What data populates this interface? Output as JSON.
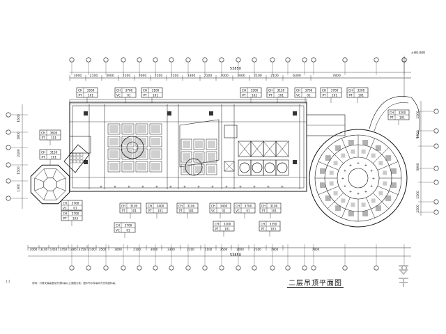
{
  "drawing": {
    "title": "二层吊顶平面图",
    "corner_label": "±H0.000",
    "top_total": "53850",
    "bottom_total": "53850",
    "scale_note": "1:1",
    "general_note": "说明：灯具安装高度及吊顶标高以立面图为准，图中所示标高均为完成面标高。",
    "top_dims": [
      "3000",
      "2100",
      "3000",
      "2100",
      "3000",
      "2100",
      "2100",
      "3300",
      "2100",
      "3000",
      "3000",
      "2100",
      "2100",
      "6300",
      "7800"
    ],
    "bottom_dims": [
      "2000",
      "3100",
      "1450",
      "1450",
      "1485",
      "3150",
      "2100",
      "3500",
      "3000",
      "2100",
      "3000",
      "3300",
      "2100",
      "2100",
      "3500",
      "3000",
      "2100",
      "7800",
      "7800"
    ],
    "left_dims": [
      "1600",
      "1800",
      "2400",
      "1500",
      "1300"
    ],
    "right_dims": [
      "1500",
      "1500",
      "3900",
      "1500",
      "1500"
    ],
    "tags": [
      {
        "h": "CH 3500",
        "m": "PT",
        "n": "101"
      },
      {
        "h": "CH 3700",
        "m": "VC",
        "n": "01"
      },
      {
        "h": "CH 3100",
        "m": "PT",
        "n": "101"
      },
      {
        "h": "CH 3500",
        "m": "PT",
        "n": "102"
      },
      {
        "h": "CH 3150",
        "m": "PT",
        "n": "101"
      },
      {
        "h": "CH 3700",
        "m": "VC",
        "n": "01"
      },
      {
        "h": "CH 3700",
        "m": "PT",
        "n": "101"
      },
      {
        "h": "CH 3200",
        "m": "PT",
        "n": "101"
      },
      {
        "h": "CH 3600",
        "m": "PT",
        "n": "101"
      },
      {
        "h": "CH 3150",
        "m": "PT",
        "n": "101"
      },
      {
        "h": "CH 3200",
        "m": "PT",
        "n": "101"
      },
      {
        "h": "CH 3700",
        "m": "VC",
        "n": "01"
      },
      {
        "h": "CH 3700",
        "m": "PT",
        "n": "103"
      },
      {
        "h": "CH 3100",
        "m": "PT",
        "n": "101"
      },
      {
        "h": "CH 3400",
        "m": "PT",
        "n": "101"
      },
      {
        "h": "CH 3100",
        "m": "PT",
        "n": "101"
      },
      {
        "h": "CH 3400",
        "m": "VC",
        "n": "01"
      },
      {
        "h": "CH 3700",
        "m": "VC",
        "n": "01"
      },
      {
        "h": "CH 3100",
        "m": "PT",
        "n": "101"
      },
      {
        "h": "CH 3700",
        "m": "VC",
        "n": "01"
      },
      {
        "h": "CH 3200",
        "m": "PT",
        "n": "101"
      },
      {
        "h": "CH 3350",
        "m": "PT",
        "n": "103"
      }
    ]
  },
  "colors": {
    "ink": "#111111",
    "paper": "#ffffff",
    "watermark": "#bbbbbb"
  }
}
